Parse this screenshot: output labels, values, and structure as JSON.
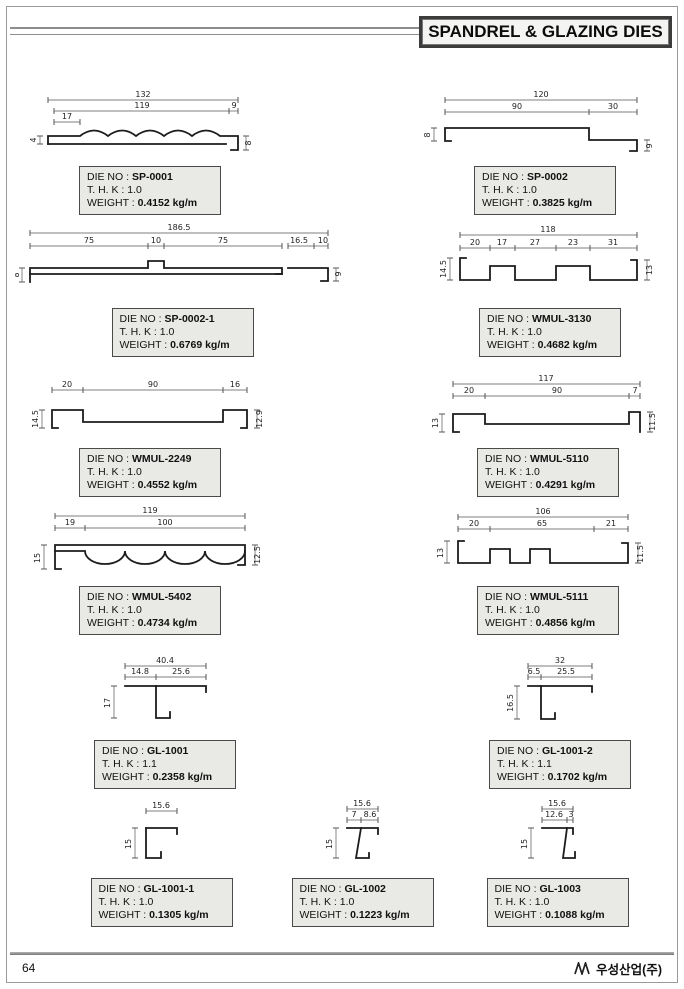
{
  "header": {
    "title": "SPANDREL & GLAZING DIES"
  },
  "labels": {
    "die_no": "DIE NO :",
    "thk": "T. H. K :",
    "weight": "WEIGHT :"
  },
  "footer": {
    "page_number": "64",
    "company": "우성산업(주)"
  },
  "profiles": [
    {
      "die_no": "SP-0001",
      "thk": "1.0",
      "weight": "0.4152 kg/m",
      "dims": {
        "d1": "132",
        "d2": "119",
        "d3": "17",
        "d4": "9",
        "d5": "4",
        "d6": "8"
      }
    },
    {
      "die_no": "SP-0002",
      "thk": "1.0",
      "weight": "0.3825 kg/m",
      "dims": {
        "d1": "120",
        "d2": "90",
        "d3": "30",
        "d4": "8",
        "d5": "9"
      }
    },
    {
      "die_no": "SP-0002-1",
      "thk": "1.0",
      "weight": "0.6769 kg/m",
      "dims": {
        "d1": "186.5",
        "d2": "75",
        "d3": "10",
        "d4": "75",
        "d5": "16.5",
        "d6": "10",
        "d7": "8",
        "d8": "9"
      }
    },
    {
      "die_no": "WMUL-3130",
      "thk": "1.0",
      "weight": "0.4682 kg/m",
      "dims": {
        "d1": "118",
        "d2": "20",
        "d3": "17",
        "d4": "27",
        "d5": "23",
        "d6": "31",
        "d7": "14.5",
        "d8": "13"
      }
    },
    {
      "die_no": "WMUL-2249",
      "thk": "1.0",
      "weight": "0.4552 kg/m",
      "dims": {
        "d1": "20",
        "d2": "90",
        "d3": "16",
        "d4": "14.5",
        "d5": "12.9"
      }
    },
    {
      "die_no": "WMUL-5110",
      "thk": "1.0",
      "weight": "0.4291 kg/m",
      "dims": {
        "d1": "117",
        "d2": "20",
        "d3": "90",
        "d4": "7",
        "d5": "13",
        "d6": "11.5"
      }
    },
    {
      "die_no": "WMUL-5402",
      "thk": "1.0",
      "weight": "0.4734 kg/m",
      "dims": {
        "d1": "119",
        "d2": "19",
        "d3": "100",
        "d4": "15",
        "d5": "12.5"
      }
    },
    {
      "die_no": "WMUL-5111",
      "thk": "1.0",
      "weight": "0.4856 kg/m",
      "dims": {
        "d1": "106",
        "d2": "20",
        "d3": "65",
        "d4": "21",
        "d5": "13",
        "d6": "11.5"
      }
    },
    {
      "die_no": "GL-1001",
      "thk": "1.1",
      "weight": "0.2358 kg/m",
      "dims": {
        "d1": "40.4",
        "d2": "14.8",
        "d3": "25.6",
        "d4": "17"
      }
    },
    {
      "die_no": "GL-1001-2",
      "thk": "1.1",
      "weight": "0.1702 kg/m",
      "dims": {
        "d1": "32",
        "d2": "6.5",
        "d3": "25.5",
        "d4": "16.5"
      }
    },
    {
      "die_no": "GL-1001-1",
      "thk": "1.0",
      "weight": "0.1305 kg/m",
      "dims": {
        "d1": "15.6",
        "d2": "15"
      }
    },
    {
      "die_no": "GL-1002",
      "thk": "1.0",
      "weight": "0.1223 kg/m",
      "dims": {
        "d1": "15.6",
        "d2": "7",
        "d3": "8.6",
        "d4": "15"
      }
    },
    {
      "die_no": "GL-1003",
      "thk": "1.0",
      "weight": "0.1088 kg/m",
      "dims": {
        "d1": "15.6",
        "d2": "12.6",
        "d3": "3",
        "d4": "15"
      }
    }
  ]
}
